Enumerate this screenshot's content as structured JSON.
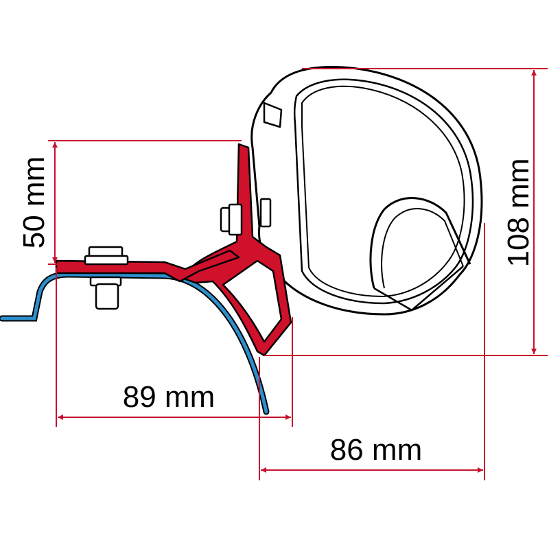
{
  "dimensions": {
    "height_bracket": "50 mm",
    "height_total": "108 mm",
    "width_bracket": "89 mm",
    "width_awning": "86 mm"
  },
  "colors": {
    "dimension_line": "#c8102e",
    "bracket": "#d0112b",
    "rail": "#2d8fcc",
    "outline": "#000000"
  }
}
